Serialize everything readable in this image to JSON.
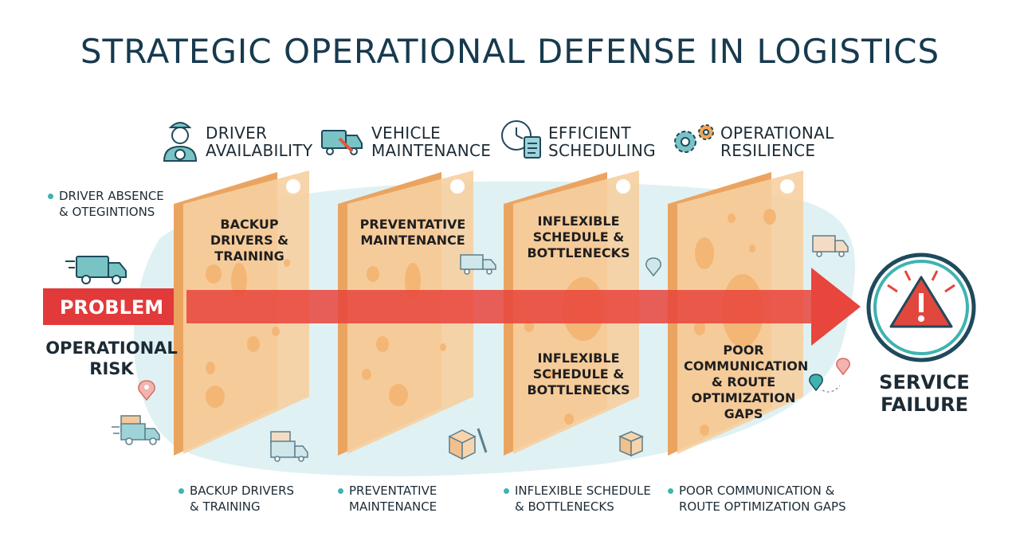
{
  "title": "STRATEGIC OPERATIONAL DEFENSE IN LOGISTICS",
  "left": {
    "bullet": [
      "DRIVER ABSENCE",
      "& OTEGINTIONS"
    ],
    "problem": "PROBLEM",
    "risk": [
      "OPERATIONAL",
      "RISK"
    ]
  },
  "right": {
    "outcome": [
      "SERVICE",
      "FAILURE"
    ]
  },
  "layers": [
    {
      "header": [
        "DRIVER",
        "AVAILABILITY"
      ],
      "icon": "driver-icon",
      "card_top": [
        "BACKUP",
        "DRIVERS &",
        "TRAINING"
      ],
      "card_bottom": [],
      "bullet": [
        "BACKUP DRIVERS",
        "& TRAINING"
      ]
    },
    {
      "header": [
        "VEHICLE",
        "MAINTENANCE"
      ],
      "icon": "wrench-truck-icon",
      "card_top": [
        "PREVENTATIVE",
        "MAINTENANCE"
      ],
      "card_bottom": [],
      "bullet": [
        "PREVENTATIVE",
        "MAINTENANCE"
      ]
    },
    {
      "header": [
        "EFFICIENT",
        "SCHEDULING"
      ],
      "icon": "clock-checklist-icon",
      "card_top": [
        "INFLEXIBLE",
        "SCHEDULE &",
        "BOTTLENECKS"
      ],
      "card_bottom": [
        "INFLEXIBLE",
        "SCHEDULE &",
        "BOTTLENECKS"
      ],
      "bullet": [
        "INFLEXIBLE SCHEDULE",
        "& BOTTLENECKS"
      ]
    },
    {
      "header": [
        "OPERATIONAL",
        "RESILIENCE"
      ],
      "icon": "gears-icon",
      "card_top": [],
      "card_bottom": [
        "POOR",
        "COMMUNICATION",
        "& ROUTE",
        "OPTIMIZATION",
        "GAPS"
      ],
      "bullet": [
        "POOR COMMUNICATION &",
        "ROUTE OPTIMIZATION GAPS"
      ]
    }
  ],
  "colors": {
    "title": "#173a4f",
    "arrow": "#e8453c",
    "cheese_face": "#f7cfa1",
    "cheese_edge": "#eba460",
    "cheese_hole": "#f2b06c",
    "backdrop": "#dcf0f2",
    "accent": "#3fb3b0",
    "outline": "#1e4a5c"
  }
}
